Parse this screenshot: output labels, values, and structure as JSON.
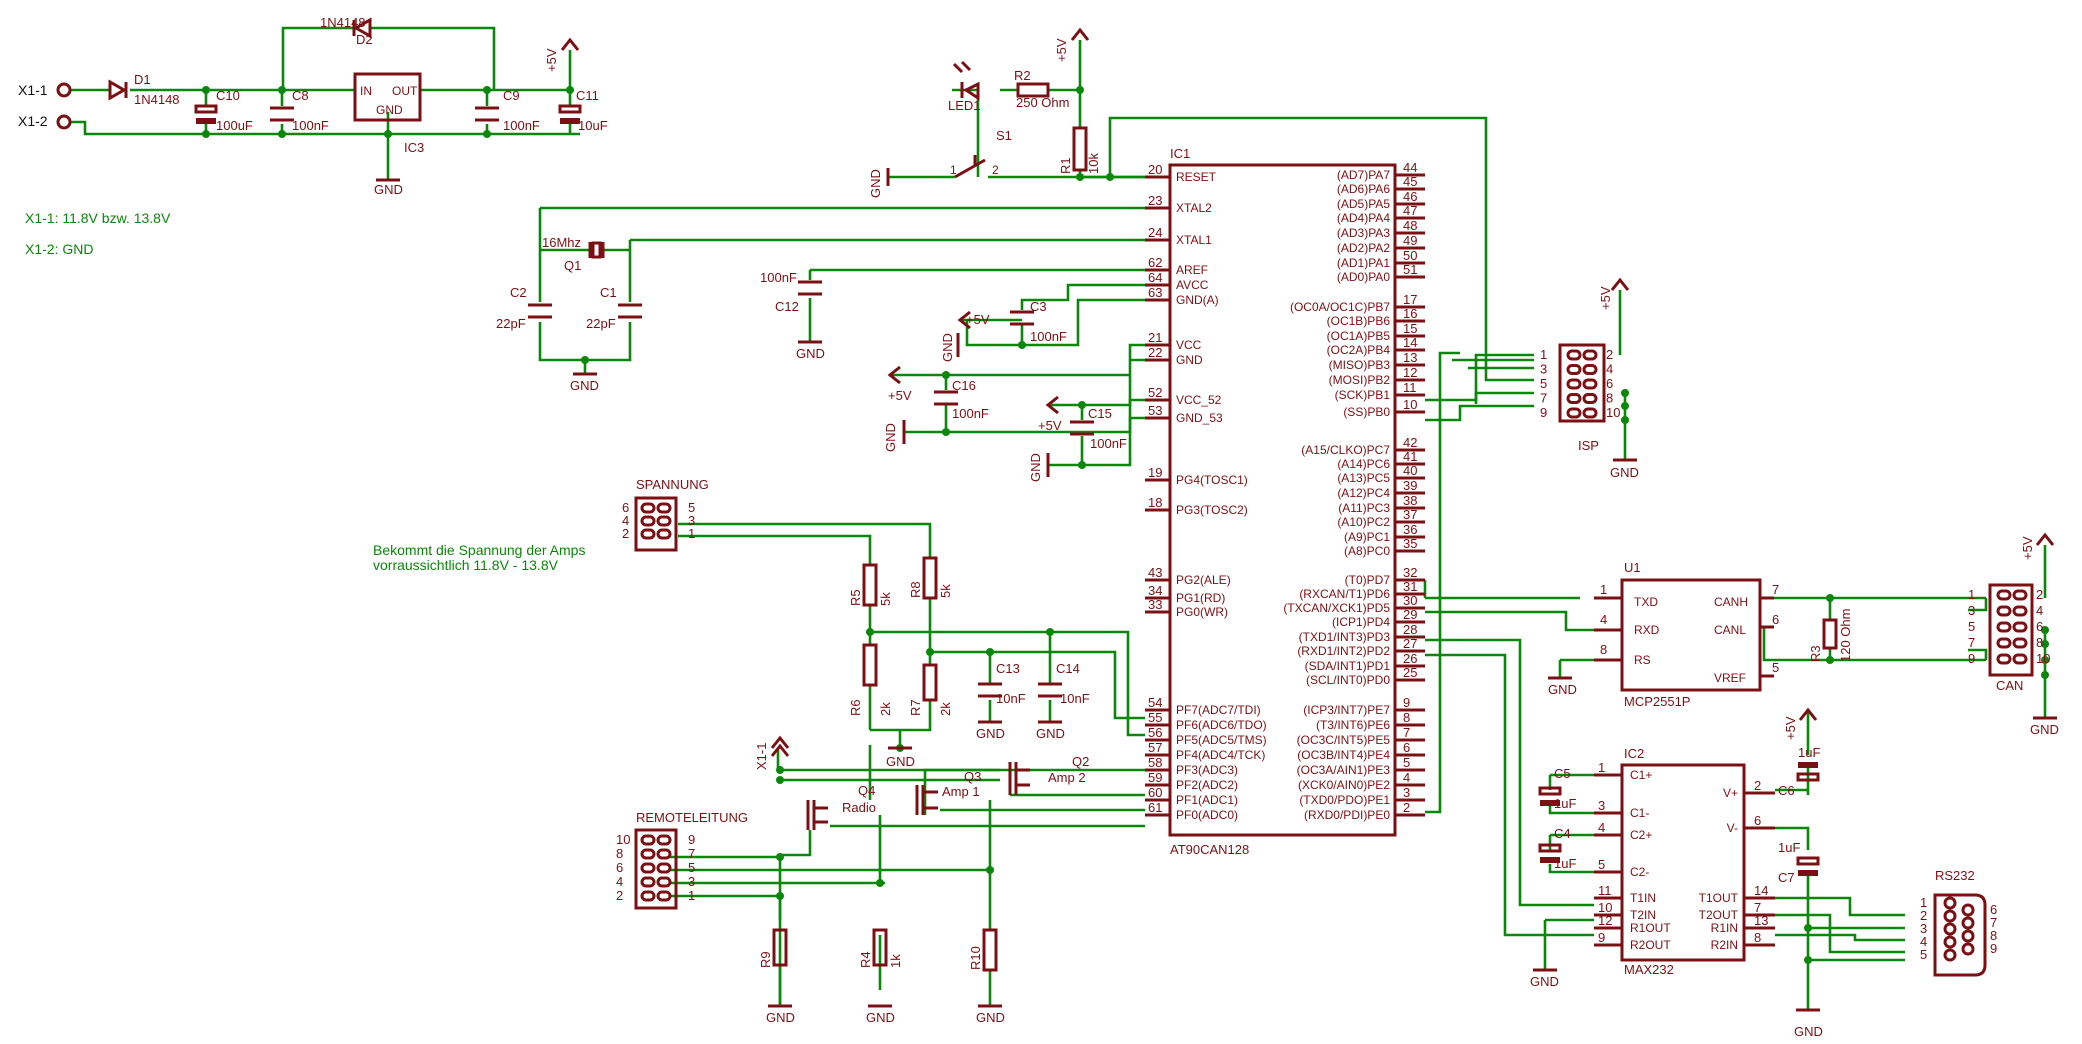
{
  "notes": {
    "x11": "X1-1: 11.8V bzw. 13.8V",
    "x12": "X1-2: GND",
    "amps1": "Bekommt die Spannung der Amps",
    "amps2": "vorraussichtlich 11.8V - 13.8V"
  },
  "connectors": {
    "x11": "X1-1",
    "x12": "X1-2",
    "spannung": "SPANNUNG",
    "remote": "REMOTELEITUNG",
    "isp": "ISP",
    "can": "CAN",
    "rs232": "RS232"
  },
  "power": {
    "gnd": "GND",
    "vcc": "+5V"
  },
  "parts": {
    "d1": "D1",
    "d1v": "1N4148",
    "d2": "D2",
    "d2v": "1N4148",
    "c10": "C10",
    "c10v": "100uF",
    "c8": "C8",
    "c8v": "100nF",
    "ic3": "IC3",
    "ic3_in": "IN",
    "ic3_out": "OUT",
    "ic3_gnd": "GND",
    "c9": "C9",
    "c9v": "100nF",
    "c11": "C11",
    "c11v": "10uF",
    "led1": "LED1",
    "r2": "R2",
    "r2v": "250 Ohm",
    "s1": "S1",
    "r1": "R1",
    "r1v": "10k",
    "q1": "Q1",
    "q1v": "16Mhz",
    "c1": "C1",
    "c1v": "22pF",
    "c2": "C2",
    "c2v": "22pF",
    "c12": "C12",
    "c12v": "100nF",
    "c3": "C3",
    "c3v": "100nF",
    "c16": "C16",
    "c16v": "100nF",
    "c15": "C15",
    "c15v": "100nF",
    "r5": "R5",
    "r5v": "5k",
    "r8": "R8",
    "r8v": "5k",
    "r6": "R6",
    "r6v": "2k",
    "r7": "R7",
    "r7v": "2k",
    "c13": "C13",
    "c13v": "10nF",
    "c14": "C14",
    "c14v": "10nF",
    "q2": "Q2",
    "q2v": "Amp 2",
    "q3": "Q3",
    "q3v": "Amp 1",
    "q4": "Q4",
    "q4v": "Radio",
    "r9": "R9",
    "r4": "R4",
    "r4v": "1k",
    "r10": "R10",
    "u1": "U1",
    "u1v": "MCP2551P",
    "u1_txd": "TXD",
    "u1_rxd": "RXD",
    "u1_rs": "RS",
    "u1_canh": "CANH",
    "u1_canl": "CANL",
    "u1_vref": "VREF",
    "r3": "R3",
    "r3v": "120 Ohm",
    "ic2": "IC2",
    "ic2v": "MAX232",
    "c5": "C5",
    "c5v": "1uF",
    "c4": "C4",
    "c4v": "1uF",
    "c6": "C6",
    "c6v": "1uF",
    "c7": "C7",
    "c7v": "1uF",
    "ic1": "IC1",
    "ic1v": "AT90CAN128"
  },
  "ic2_pins": {
    "left": [
      {
        "num": "1",
        "name": "C1+"
      },
      {
        "num": "3",
        "name": "C1-"
      },
      {
        "num": "4",
        "name": "C2+"
      },
      {
        "num": "5",
        "name": "C2-"
      },
      {
        "num": "11",
        "name": "T1IN"
      },
      {
        "num": "10",
        "name": "T2IN"
      },
      {
        "num": "12",
        "name": "R1OUT"
      },
      {
        "num": "9",
        "name": "R2OUT"
      }
    ],
    "right": [
      {
        "num": "2",
        "name": "V+"
      },
      {
        "num": "6",
        "name": "V-"
      },
      {
        "num": "14",
        "name": "T1OUT"
      },
      {
        "num": "7",
        "name": "T2OUT"
      },
      {
        "num": "13",
        "name": "R1IN"
      },
      {
        "num": "8",
        "name": "R2IN"
      }
    ]
  },
  "ic1_pins": {
    "left": [
      {
        "num": "20",
        "name": "RESET"
      },
      {
        "num": "23",
        "name": "XTAL2"
      },
      {
        "num": "24",
        "name": "XTAL1"
      },
      {
        "num": "62",
        "name": "AREF"
      },
      {
        "num": "64",
        "name": "AVCC"
      },
      {
        "num": "63",
        "name": "GND(A)"
      },
      {
        "num": "21",
        "name": "VCC"
      },
      {
        "num": "22",
        "name": "GND"
      },
      {
        "num": "52",
        "name": "VCC_52"
      },
      {
        "num": "53",
        "name": "GND_53"
      },
      {
        "num": "19",
        "name": "PG4(TOSC1)"
      },
      {
        "num": "18",
        "name": "PG3(TOSC2)"
      },
      {
        "num": "43",
        "name": "PG2(ALE)"
      },
      {
        "num": "34",
        "name": "PG1(RD)"
      },
      {
        "num": "33",
        "name": "PG0(WR)"
      },
      {
        "num": "54",
        "name": "PF7(ADC7/TDI)"
      },
      {
        "num": "55",
        "name": "PF6(ADC6/TDO)"
      },
      {
        "num": "56",
        "name": "PF5(ADC5/TMS)"
      },
      {
        "num": "57",
        "name": "PF4(ADC4/TCK)"
      },
      {
        "num": "58",
        "name": "PF3(ADC3)"
      },
      {
        "num": "59",
        "name": "PF2(ADC2)"
      },
      {
        "num": "60",
        "name": "PF1(ADC1)"
      },
      {
        "num": "61",
        "name": "PF0(ADC0)"
      }
    ],
    "right": [
      {
        "num": "44",
        "name": "(AD7)PA7"
      },
      {
        "num": "45",
        "name": "(AD6)PA6"
      },
      {
        "num": "46",
        "name": "(AD5)PA5"
      },
      {
        "num": "47",
        "name": "(AD4)PA4"
      },
      {
        "num": "48",
        "name": "(AD3)PA3"
      },
      {
        "num": "49",
        "name": "(AD2)PA2"
      },
      {
        "num": "50",
        "name": "(AD1)PA1"
      },
      {
        "num": "51",
        "name": "(AD0)PA0"
      },
      {
        "num": "17",
        "name": "(OC0A/OC1C)PB7"
      },
      {
        "num": "16",
        "name": "(OC1B)PB6"
      },
      {
        "num": "15",
        "name": "(OC1A)PB5"
      },
      {
        "num": "14",
        "name": "(OC2A)PB4"
      },
      {
        "num": "13",
        "name": "(MISO)PB3"
      },
      {
        "num": "12",
        "name": "(MOSI)PB2"
      },
      {
        "num": "11",
        "name": "(SCK)PB1"
      },
      {
        "num": "10",
        "name": "(SS)PB0"
      },
      {
        "num": "42",
        "name": "(A15/CLKO)PC7"
      },
      {
        "num": "41",
        "name": "(A14)PC6"
      },
      {
        "num": "40",
        "name": "(A13)PC5"
      },
      {
        "num": "39",
        "name": "(A12)PC4"
      },
      {
        "num": "38",
        "name": "(A11)PC3"
      },
      {
        "num": "37",
        "name": "(A10)PC2"
      },
      {
        "num": "36",
        "name": "(A9)PC1"
      },
      {
        "num": "35",
        "name": "(A8)PC0"
      },
      {
        "num": "32",
        "name": "(T0)PD7"
      },
      {
        "num": "31",
        "name": "(RXCAN/T1)PD6"
      },
      {
        "num": "30",
        "name": "(TXCAN/XCK1)PD5"
      },
      {
        "num": "29",
        "name": "(ICP1)PD4"
      },
      {
        "num": "28",
        "name": "(TXD1/INT3)PD3"
      },
      {
        "num": "27",
        "name": "(RXD1/INT2)PD2"
      },
      {
        "num": "26",
        "name": "(SDA/INT1)PD1"
      },
      {
        "num": "25",
        "name": "(SCL/INT0)PD0"
      },
      {
        "num": "9",
        "name": "(ICP3/INT7)PE7"
      },
      {
        "num": "8",
        "name": "(T3/INT6)PE6"
      },
      {
        "num": "7",
        "name": "(OC3C/INT5)PE5"
      },
      {
        "num": "6",
        "name": "(OC3B/INT4)PE4"
      },
      {
        "num": "5",
        "name": "(OC3A/AIN1)PE3"
      },
      {
        "num": "4",
        "name": "(XCK0/AIN0)PE2"
      },
      {
        "num": "3",
        "name": "(TXD0/PDO)PE1"
      },
      {
        "num": "2",
        "name": "(RXD0/PDI)PE0"
      }
    ]
  },
  "header_pins": {
    "isp": {
      "left": [
        "1",
        "3",
        "5",
        "7",
        "9"
      ],
      "right": [
        "2",
        "4",
        "6",
        "8",
        "10"
      ]
    },
    "can": {
      "left": [
        "1",
        "3",
        "5",
        "7",
        "9"
      ],
      "right": [
        "2",
        "4",
        "6",
        "8",
        "10"
      ]
    },
    "spannung": {
      "left": [
        "6",
        "4",
        "2"
      ],
      "right": [
        "5",
        "3",
        "1"
      ]
    },
    "remote": {
      "left": [
        "10",
        "8",
        "6",
        "4",
        "2"
      ],
      "right": [
        "9",
        "7",
        "5",
        "3",
        "1"
      ]
    },
    "rs232": {
      "left": [
        "1",
        "2",
        "3",
        "4",
        "5"
      ],
      "right": [
        "6",
        "7",
        "8",
        "9"
      ]
    }
  },
  "colors": {
    "wire": "#0b870b",
    "part": "#7a1014",
    "background": "#ffffff"
  }
}
